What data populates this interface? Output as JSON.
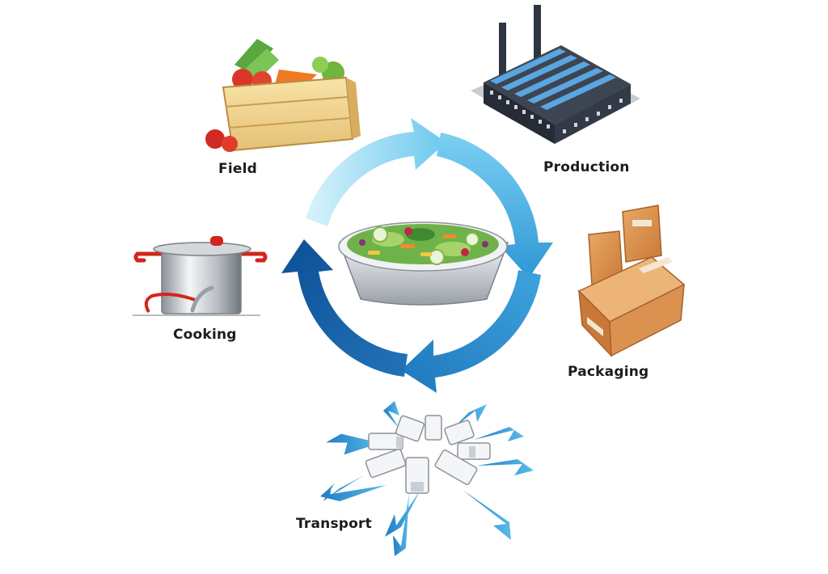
{
  "diagram": {
    "stages": {
      "field": "Field",
      "production": "Production",
      "packaging": "Packaging",
      "transport": "Transport",
      "cooking": "Cooking"
    },
    "flow": [
      "Field",
      "Production",
      "Packaging",
      "Transport",
      "Cooking"
    ],
    "icons": {
      "field": "vegetable-crate-icon",
      "production": "factory-icon",
      "packaging": "cardboard-boxes-icon",
      "transport": "delivery-trucks-icon",
      "cooking": "cooking-pot-icon",
      "center": "salad-tray-icon"
    },
    "colors": {
      "arrow_light": "#8fd6f2",
      "arrow_mid": "#39a6de",
      "arrow_dark": "#0f5ea8",
      "label_text": "#1c1c1c"
    }
  }
}
